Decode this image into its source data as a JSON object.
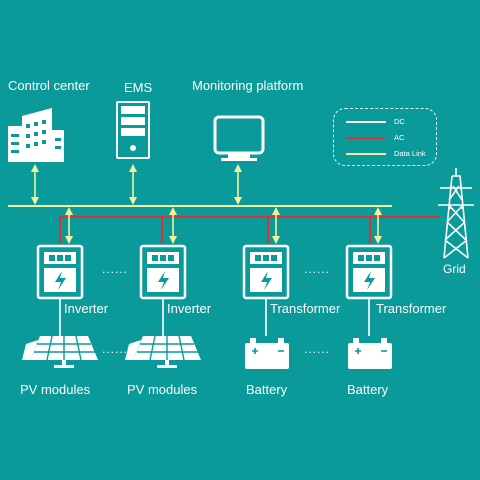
{
  "nodes": {
    "control_center": "Control center",
    "ems": "EMS",
    "monitoring": "Monitoring platform",
    "grid": "Grid",
    "inverter_1": "Inverter",
    "inverter_2": "Inverter",
    "transformer_1": "Transformer",
    "transformer_2": "Transformer",
    "pv_1": "PV modules",
    "pv_2": "PV modules",
    "battery_1": "Battery",
    "battery_2": "Battery"
  },
  "ellipsis": "......",
  "legend": {
    "dc": "DC",
    "ac": "AC",
    "data_link": "Data Link"
  },
  "colors": {
    "background": "#0a9a9a",
    "dc": "#ffffff",
    "ac": "#e03030",
    "data_link": "#f2f29a"
  },
  "icons": [
    "building-icon",
    "server-icon",
    "monitor-icon",
    "inverter-icon",
    "solar-panel-icon",
    "battery-icon",
    "transmission-tower-icon"
  ]
}
